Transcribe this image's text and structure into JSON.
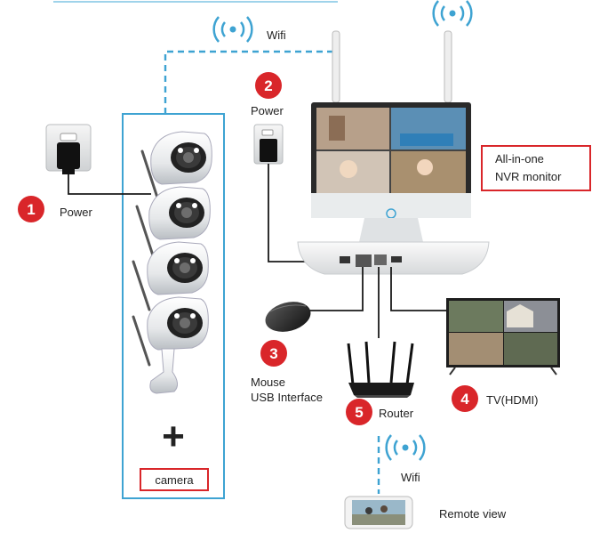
{
  "colors": {
    "accent_blue": "#3ea3d2",
    "badge_red": "#d9262a",
    "box_red": "#d9262a",
    "cable": "#1a1a1a"
  },
  "labels": {
    "wifi_top": "Wifi",
    "power_left": "Power",
    "power_top": "Power",
    "nvr_line1": "All-in-one",
    "nvr_line2": "NVR monitor",
    "mouse_line1": "Mouse",
    "mouse_line2": "USB Interface",
    "router": "Router",
    "tv": "TV(HDMI)",
    "wifi_bottom": "Wifi",
    "remote": "Remote view",
    "camera": "camera",
    "plus": "+"
  },
  "badges": {
    "power_left": "1",
    "power_top": "2",
    "mouse": "3",
    "tv": "4",
    "router": "5"
  },
  "icons": [
    "wifi-icon",
    "power-adapter-icon",
    "camera-icon",
    "nvr-monitor-icon",
    "mouse-icon",
    "router-icon",
    "tv-icon",
    "smartphone-icon"
  ]
}
